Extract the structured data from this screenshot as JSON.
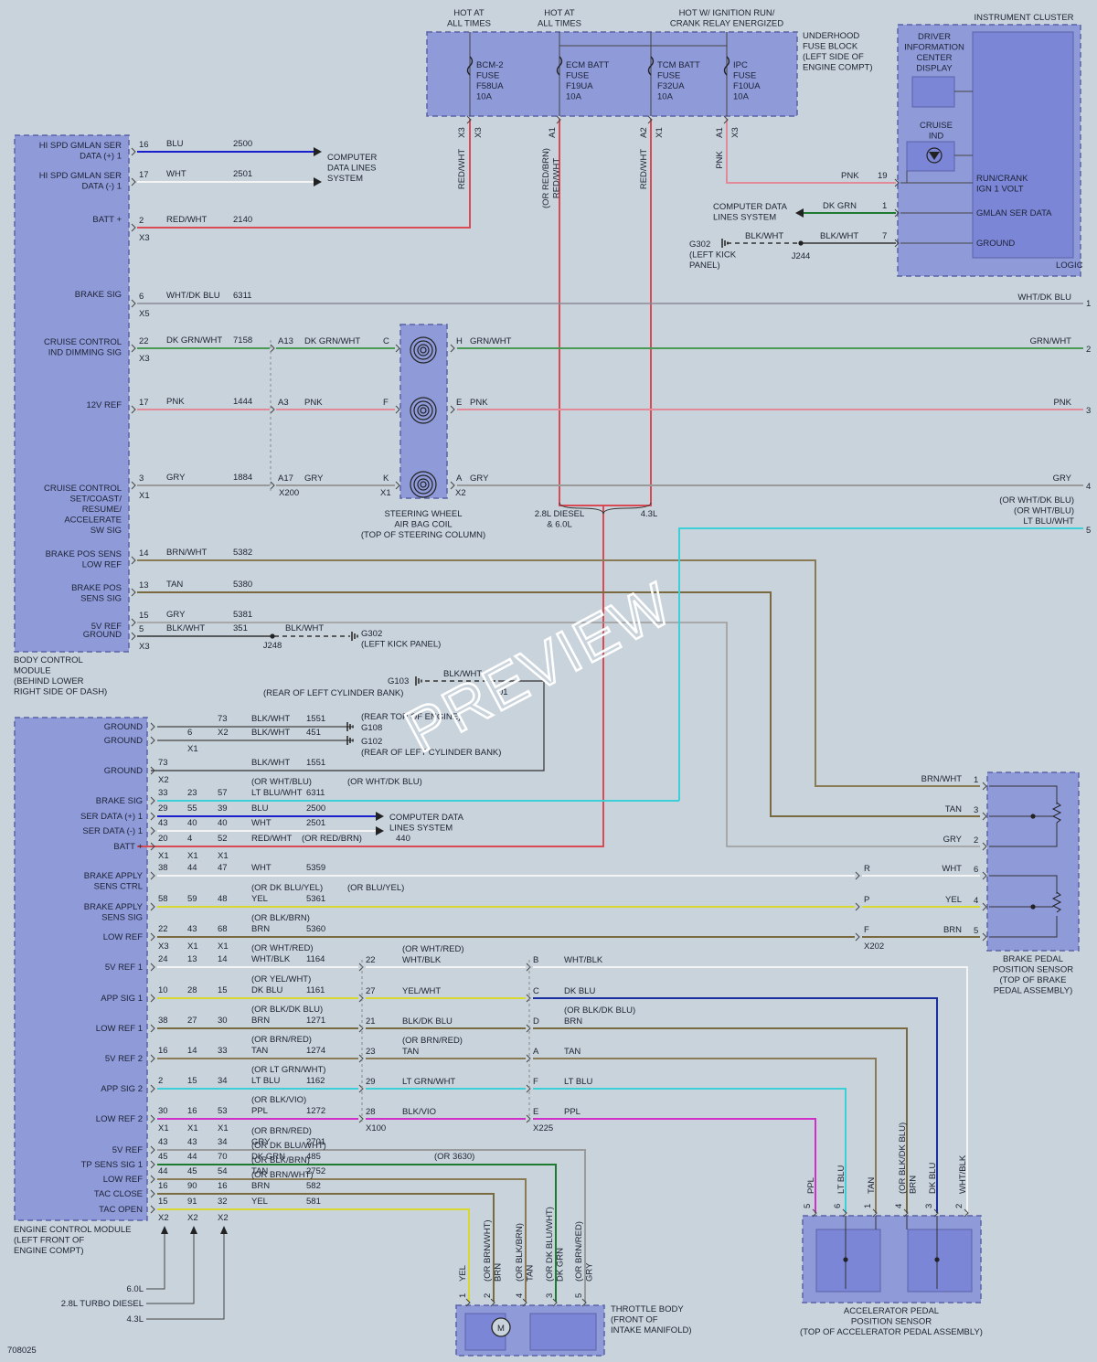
{
  "colors": {
    "red": "#d94a55",
    "blue": "#1a1fcc",
    "white": "#f4f4f4",
    "grey": "#9a9a9a",
    "pink": "#e28a9a",
    "green": "#4a9a55",
    "darkgreen": "#1e7a2e",
    "tan": "#8a7a55",
    "brown": "#7a6a40",
    "ltblu": "#3ccfd8",
    "yellow": "#d8d830",
    "ppl": "#d030c8",
    "dkblu": "#1a2ea0",
    "box": "#8f9ad9"
  },
  "labels": {
    "hot_at_all_times_1": "HOT AT\nALL TIMES",
    "hot_at_all_times_2": "HOT AT\nALL TIMES",
    "hot_w_ign": "HOT W/ IGNITION RUN/\nCRANK RELAY ENERGIZED",
    "underhood": "UNDERHOOD\nFUSE BLOCK\n(LEFT SIDE OF\nENGINE COMPT)",
    "instrument_cluster": "INSTRUMENT CLUSTER",
    "dic": "DRIVER\nINFORMATION\nCENTER\nDISPLAY",
    "cruise_ind": "CRUISE\nIND",
    "logic": "LOGIC",
    "fuse1": "BCM-2\nFUSE\nF58UA\n10A",
    "fuse2": "ECM BATT\nFUSE\nF19UA\n10A",
    "fuse3": "TCM BATT\nFUSE\nF32UA\n10A",
    "fuse4": "IPC\nFUSE\nF10UA\n10A",
    "computer_data_1": "COMPUTER\nDATA LINES\nSYSTEM",
    "computer_data_2": "COMPUTER DATA\nLINES SYSTEM",
    "computer_data_3": "COMPUTER DATA\nLINES SYSTEM",
    "run_crank": "RUN/CRANK\nIGN 1 VOLT",
    "gmlan_ser": "GMLAN SER DATA",
    "ground_ic": "GROUND",
    "g302_a": "G302\n(LEFT KICK\nPANEL)",
    "g302_b": "G302\n(LEFT KICK PANEL)",
    "j244": "J244",
    "j248": "J248",
    "bcm": "BODY CONTROL\nMODULE\n(BEHIND LOWER\nRIGHT SIDE OF DASH)",
    "ecm": "ENGINE CONTROL MODULE\n(LEFT FRONT OF\nENGINE COMPT)",
    "steering": "STEERING WHEEL\nAIR BAG COIL\n(TOP OF STEERING COLUMN)",
    "diesel": "2.8L DIESEL\n& 6.0L",
    "l43": "4.3L",
    "g103": "G103",
    "g103_loc": "(REAR OF LEFT CYLINDER BANK)",
    "g108": "G108",
    "g102": "G102",
    "g108_loc": "(REAR TOP OF ENGINE)",
    "g102_loc": "(REAR OF LEFT CYLINDER BANK)",
    "brake_sensor": "BRAKE PEDAL\nPOSITION SENSOR\n(TOP OF BRAKE\nPEDAL ASSEMBLY)",
    "app_sensor": "ACCELERATOR PEDAL\nPOSITION SENSOR\n(TOP OF ACCELERATOR PEDAL ASSEMBLY)",
    "throttle": "THROTTLE BODY\n(FRONT OF\nINTAKE MANIFOLD)",
    "l60": "6.0L",
    "l28": "2.8L TURBO DIESEL",
    "l43b": "4.3L",
    "x202": "X202",
    "x100": "X100",
    "x225": "X225",
    "x200": "X200",
    "code": "708025",
    "watermark": "PREVIEW"
  },
  "bcm_pins": [
    {
      "name": "HI SPD GMLAN SER\nDATA (+) 1",
      "pin": "16",
      "color": "BLU",
      "circuit": "2500"
    },
    {
      "name": "HI SPD GMLAN SER\nDATA (-) 1",
      "pin": "17",
      "color": "WHT",
      "circuit": "2501"
    },
    {
      "name": "BATT +",
      "pin": "2",
      "color": "RED/WHT",
      "circuit": "2140",
      "conn": "X3"
    },
    {
      "name": "BRAKE SIG",
      "pin": "6",
      "color": "WHT/DK BLU",
      "circuit": "6311",
      "conn": "X5"
    },
    {
      "name": "CRUISE CONTROL\nIND DIMMING SIG",
      "pin": "22",
      "color": "DK GRN/WHT",
      "circuit": "7158",
      "conn": "X3"
    },
    {
      "name": "12V REF",
      "pin": "17",
      "color": "PNK",
      "circuit": "1444"
    },
    {
      "name": "CRUISE CONTROL\nSET/COAST/\nRESUME/\nACCELERATE\nSW SIG",
      "pin": "3",
      "color": "GRY",
      "circuit": "1884",
      "conn": "X1"
    },
    {
      "name": "BRAKE POS SENS\nLOW REF",
      "pin": "14",
      "color": "BRN/WHT",
      "circuit": "5382"
    },
    {
      "name": "BRAKE POS\nSENS SIG",
      "pin": "13",
      "color": "TAN",
      "circuit": "5380"
    },
    {
      "name": "5V REF",
      "pin": "15",
      "color": "GRY",
      "circuit": "5381"
    },
    {
      "name": "GROUND",
      "pin": "5",
      "color": "BLK/WHT",
      "circuit": "351",
      "conn": "X3"
    }
  ],
  "mid_pins": [
    {
      "pin": "A13",
      "color": "DK GRN/WHT",
      "sw": "C",
      "out": "H",
      "outcolor": "GRN/WHT",
      "end": "GRN/WHT",
      "num": "2"
    },
    {
      "pin": "A3",
      "color": "PNK",
      "sw": "F",
      "out": "E",
      "outcolor": "PNK",
      "end": "PNK",
      "num": "3"
    },
    {
      "pin": "A17",
      "color": "GRY",
      "sw": "K",
      "out": "A",
      "outcolor": "GRY",
      "end": "GRY",
      "num": "4"
    }
  ],
  "right_ends": [
    {
      "label": "WHT/DK BLU",
      "num": "1"
    },
    {
      "label": "(OR WHT/DK BLU)\n(OR WHT/BLU)\nLT BLU/WHT",
      "num": "5"
    }
  ],
  "ic_pins": [
    {
      "color": "PNK",
      "pin": "19"
    },
    {
      "color": "DK GRN",
      "pin": "1"
    },
    {
      "color": "BLK/WHT",
      "pin": "7"
    }
  ],
  "fuse_pins": [
    {
      "wire": "RED/WHT",
      "a": "X3",
      "b": "X3"
    },
    {
      "wire": "(OR RED/BRN)\nRED/WHT",
      "a": "A1",
      "b": ""
    },
    {
      "wire": "RED/WHT",
      "a": "A2",
      "b": "X1"
    },
    {
      "wire": "PNK",
      "a": "A1",
      "b": "X3"
    }
  ],
  "gnd_labels": {
    "blkwht": "BLK/WHT",
    "blkwht2": "BLK/WHT",
    "blkwht3": "BLK/WHT",
    "pin01": "01"
  },
  "ecm_pins": [
    {
      "name": "GROUND",
      "p1": "",
      "p2": "",
      "p3": "73",
      "color": "BLK/WHT",
      "circuit": "1551"
    },
    {
      "name": "GROUND",
      "p1": "",
      "p2": "6",
      "p3": "X2",
      "color": "BLK/WHT",
      "circuit": "451"
    },
    {
      "name": "GROUND",
      "p1": "73",
      "p2": "",
      "p3": "",
      "color": "BLK/WHT",
      "circuit": "1551"
    },
    {
      "name": "BRAKE SIG",
      "p1": "33",
      "p2": "23",
      "p3": "57",
      "color": "LT BLU/WHT",
      "circuit": "6311",
      "alt": "(OR WHT/BLU)",
      "alt2": "(OR WHT/DK BLU)"
    },
    {
      "name": "SER DATA (+) 1",
      "p1": "29",
      "p2": "55",
      "p3": "39",
      "color": "BLU",
      "circuit": "2500"
    },
    {
      "name": "SER DATA (-) 1",
      "p1": "43",
      "p2": "40",
      "p3": "40",
      "color": "WHT",
      "circuit": "2501"
    },
    {
      "name": "BATT +",
      "p1": "20",
      "p2": "4",
      "p3": "52",
      "color": "RED/WHT",
      "circuit": "440",
      "alt": "(OR RED/BRN)"
    },
    {
      "name": "BRAKE APPLY\nSENS CTRL",
      "p1": "38",
      "p2": "44",
      "p3": "47",
      "color": "WHT",
      "circuit": "5359"
    },
    {
      "name": "BRAKE APPLY\nSENS SIG",
      "p1": "58",
      "p2": "59",
      "p3": "48",
      "color": "YEL",
      "circuit": "5361",
      "alt": "(OR DK BLU/YEL)",
      "alt2": "(OR BLU/YEL)"
    },
    {
      "name": "LOW REF",
      "p1": "22",
      "p2": "43",
      "p3": "68",
      "color": "BRN",
      "circuit": "5360",
      "alt": "(OR BLK/BRN)"
    },
    {
      "name": "5V REF 1",
      "p1": "24",
      "p2": "13",
      "p3": "14",
      "color": "WHT/BLK",
      "circuit": "1164",
      "alt": "(OR WHT/RED)"
    },
    {
      "name": "APP SIG 1",
      "p1": "10",
      "p2": "28",
      "p3": "15",
      "color": "DK BLU",
      "circuit": "1161",
      "alt": "(OR YEL/WHT)"
    },
    {
      "name": "LOW REF 1",
      "p1": "38",
      "p2": "27",
      "p3": "30",
      "color": "BRN",
      "circuit": "1271",
      "alt": "(OR BLK/DK BLU)"
    },
    {
      "name": "5V REF 2",
      "p1": "16",
      "p2": "14",
      "p3": "33",
      "color": "TAN",
      "circuit": "1274",
      "alt": "(OR BRN/RED)"
    },
    {
      "name": "APP SIG 2",
      "p1": "2",
      "p2": "15",
      "p3": "34",
      "color": "LT BLU",
      "circuit": "1162",
      "alt": "(OR LT GRN/WHT)"
    },
    {
      "name": "LOW REF 2",
      "p1": "30",
      "p2": "16",
      "p3": "53",
      "color": "PPL",
      "circuit": "1272",
      "alt": "(OR BLK/VIO)"
    },
    {
      "name": "5V REF",
      "p1": "43",
      "p2": "43",
      "p3": "34",
      "color": "GRY",
      "circuit": "2701",
      "alt": "(OR BRN/RED)"
    },
    {
      "name": "TP SENS SIG 1",
      "p1": "45",
      "p2": "44",
      "p3": "70",
      "color": "DK GRN",
      "circuit": "485",
      "alt": "(OR DK BLU/WHT)",
      "alt2": "(OR 3630)"
    },
    {
      "name": "LOW REF",
      "p1": "44",
      "p2": "45",
      "p3": "54",
      "color": "TAN",
      "circuit": "2752",
      "alt": "(OR BLK/BRN)"
    },
    {
      "name": "TAC CLOSE",
      "p1": "16",
      "p2": "90",
      "p3": "16",
      "color": "BRN",
      "circuit": "582",
      "alt": "(OR BRN/WHT)"
    },
    {
      "name": "TAC OPEN",
      "p1": "15",
      "p2": "91",
      "p3": "32",
      "color": "YEL",
      "circuit": "581"
    }
  ],
  "ecm_conns": {
    "x1": "X1",
    "x2": "X2",
    "x3": "X3"
  },
  "x100_pins": [
    {
      "pin": "22",
      "color": "WHT/BLK",
      "alt": "(OR WHT/RED)"
    },
    {
      "pin": "27",
      "color": "YEL/WHT"
    },
    {
      "pin": "21",
      "color": "BLK/DK BLU"
    },
    {
      "pin": "23",
      "color": "TAN",
      "alt": "(OR BRN/RED)"
    },
    {
      "pin": "29",
      "color": "LT GRN/WHT"
    },
    {
      "pin": "28",
      "color": "BLK/VIO"
    }
  ],
  "x225_pins": [
    {
      "pin": "B",
      "color": "WHT/BLK"
    },
    {
      "pin": "C",
      "color": "DK BLU"
    },
    {
      "pin": "D",
      "color": "BRN",
      "alt": "(OR BLK/DK BLU)"
    },
    {
      "pin": "A",
      "color": "TAN"
    },
    {
      "pin": "F",
      "color": "LT BLU"
    },
    {
      "pin": "E",
      "color": "PPL"
    }
  ],
  "brake_pins": [
    {
      "color": "BRN/WHT",
      "pin": "1"
    },
    {
      "color": "TAN",
      "pin": "3"
    },
    {
      "color": "GRY",
      "pin": "2"
    },
    {
      "color": "WHT",
      "pin": "6"
    },
    {
      "color": "YEL",
      "pin": "4"
    },
    {
      "color": "BRN",
      "pin": "5"
    }
  ],
  "x202_pins": [
    "R",
    "P",
    "F"
  ],
  "app_pins": [
    {
      "color": "PPL",
      "pin": "5"
    },
    {
      "color": "LT BLU",
      "pin": "6"
    },
    {
      "color": "TAN",
      "pin": "1"
    },
    {
      "color": "(OR BLK/DK BLU)\nBRN",
      "pin": "4"
    },
    {
      "color": "DK BLU",
      "pin": "3"
    },
    {
      "color": "WHT/BLK",
      "pin": "2"
    }
  ],
  "tb_pins": [
    {
      "color": "YEL",
      "pin": "1"
    },
    {
      "color": "(OR BRN/WHT)\nBRN",
      "pin": "2"
    },
    {
      "color": "(OR BLK/BRN)\nTAN",
      "pin": "4"
    },
    {
      "color": "(OR DK BLU/WHT)\nDK GRN",
      "pin": "3"
    },
    {
      "color": "(OR BRN/RED)\nGRY",
      "pin": "5"
    }
  ],
  "motor": "M"
}
